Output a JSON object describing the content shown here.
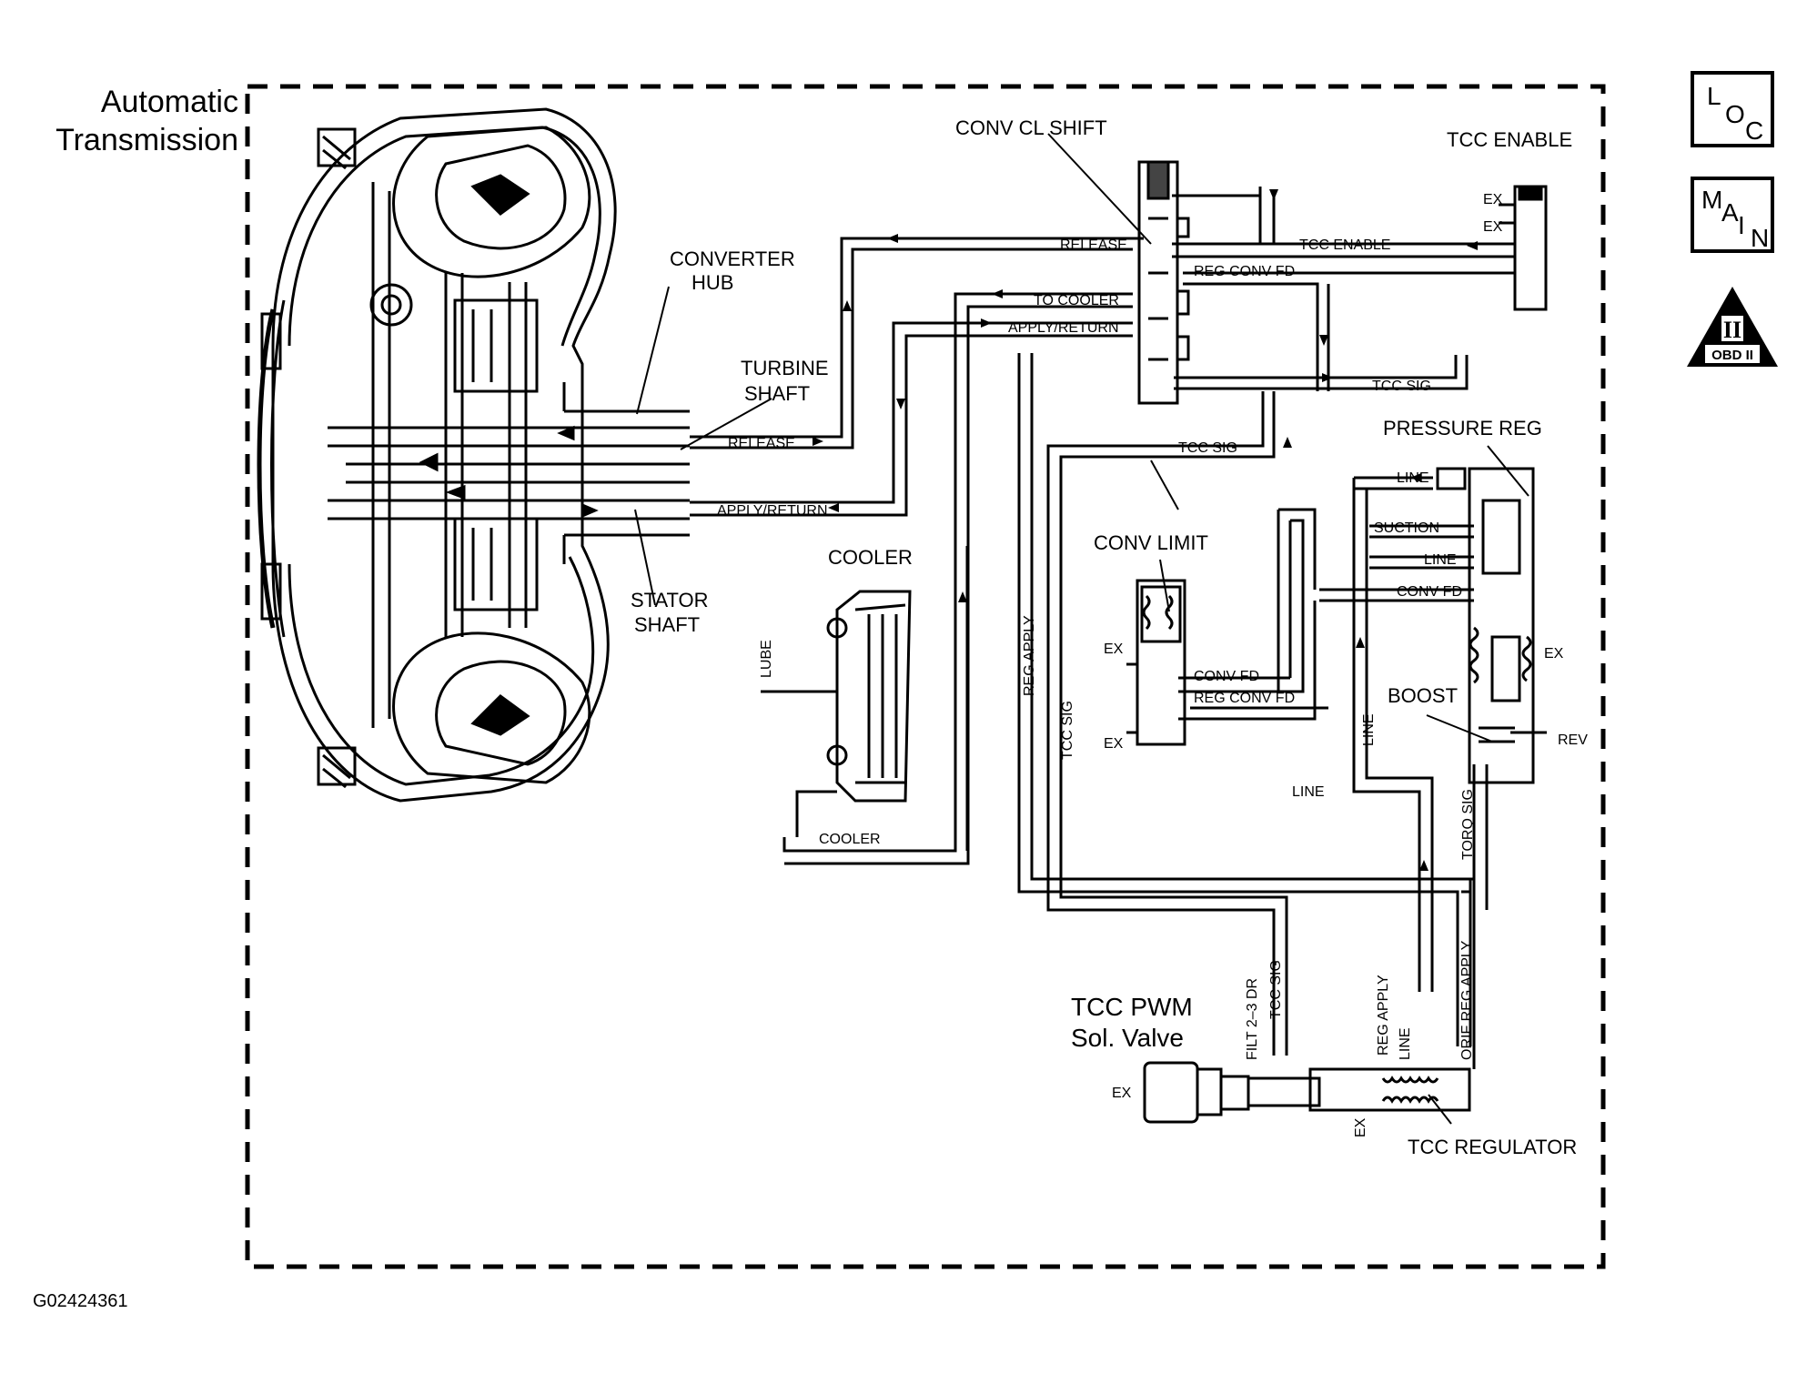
{
  "title_lines": [
    "Automatic",
    "Transmission"
  ],
  "figure_id": "G02424361",
  "nav": {
    "loc": [
      "L",
      "O",
      "C"
    ],
    "main": [
      "M",
      "A",
      "I",
      "N"
    ],
    "obd": {
      "roman": "II",
      "label": "OBD II"
    }
  },
  "components": {
    "converter_hub": [
      "CONVERTER",
      "HUB"
    ],
    "turbine_shaft": [
      "TURBINE",
      "SHAFT"
    ],
    "stator_shaft": [
      "STATOR",
      "SHAFT"
    ],
    "cooler": "COOLER",
    "conv_cl_shift": "CONV CL SHIFT",
    "tcc_enable": "TCC ENABLE",
    "pressure_reg": "PRESSURE REG",
    "conv_limit": "CONV LIMIT",
    "boost": "BOOST",
    "tcc_pwm": [
      "TCC PWM",
      "Sol. Valve"
    ],
    "tcc_regulator": "TCC REGULATOR"
  },
  "passages": {
    "release_top": "RELEASE",
    "to_cooler": "TO COOLER",
    "apply_return_top": "APPLY/RETURN",
    "release_shaft": "RELEASE",
    "apply_return_shaft": "APPLY/RETURN",
    "tcc_enable_line": "TCC ENABLE",
    "reg_conv_fd": "REG CONV FD",
    "tcc_sig_right": "TCC SIG",
    "tcc_sig_mid": "TCC SIG",
    "ex_1": "EX",
    "ex_2": "EX",
    "line_1": "LINE",
    "suction": "SUCTION",
    "line_2": "LINE",
    "conv_fd_right": "CONV FD",
    "lube": "LUBE",
    "cooler_return": "COOLER",
    "reg_apply_v": "REG APPLY",
    "tcc_sig_v": "TCC SIG",
    "ex_limit_1": "EX",
    "ex_limit_2": "EX",
    "conv_fd_limit": "CONV FD",
    "reg_conv_fd_limit": "REG CONV FD",
    "line_v": "LINE",
    "line_h": "LINE",
    "ex_boost": "EX",
    "rev": "REV",
    "torq_sig": "TORQ SIG",
    "filt": "FILT 2–3 DR",
    "tcc_sig_bottom": "TCC SIG",
    "reg_apply_bottom": "REG APPLY",
    "line_bottom": "LINE",
    "orif_reg_apply": "ORIF REG APPLY",
    "ex_pwm": "EX",
    "ex_reg": "EX"
  }
}
